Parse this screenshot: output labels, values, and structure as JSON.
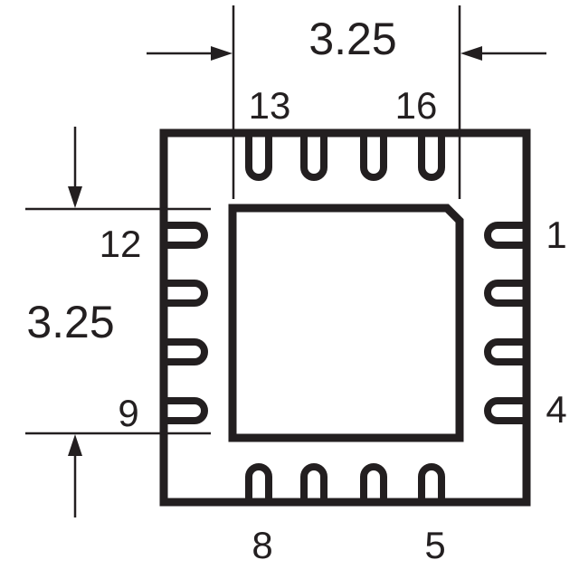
{
  "dimensions": {
    "width_value": "3.25",
    "height_value": "3.25"
  },
  "pin_labels": {
    "pin_1": "1",
    "pin_4": "4",
    "pin_5": "5",
    "pin_8": "8",
    "pin_9": "9",
    "pin_12": "12",
    "pin_13": "13",
    "pin_16": "16"
  },
  "package": {
    "pads_per_side": 4,
    "total_pins": 16
  },
  "colors": {
    "ink": "#231f20",
    "background": "#ffffff"
  }
}
